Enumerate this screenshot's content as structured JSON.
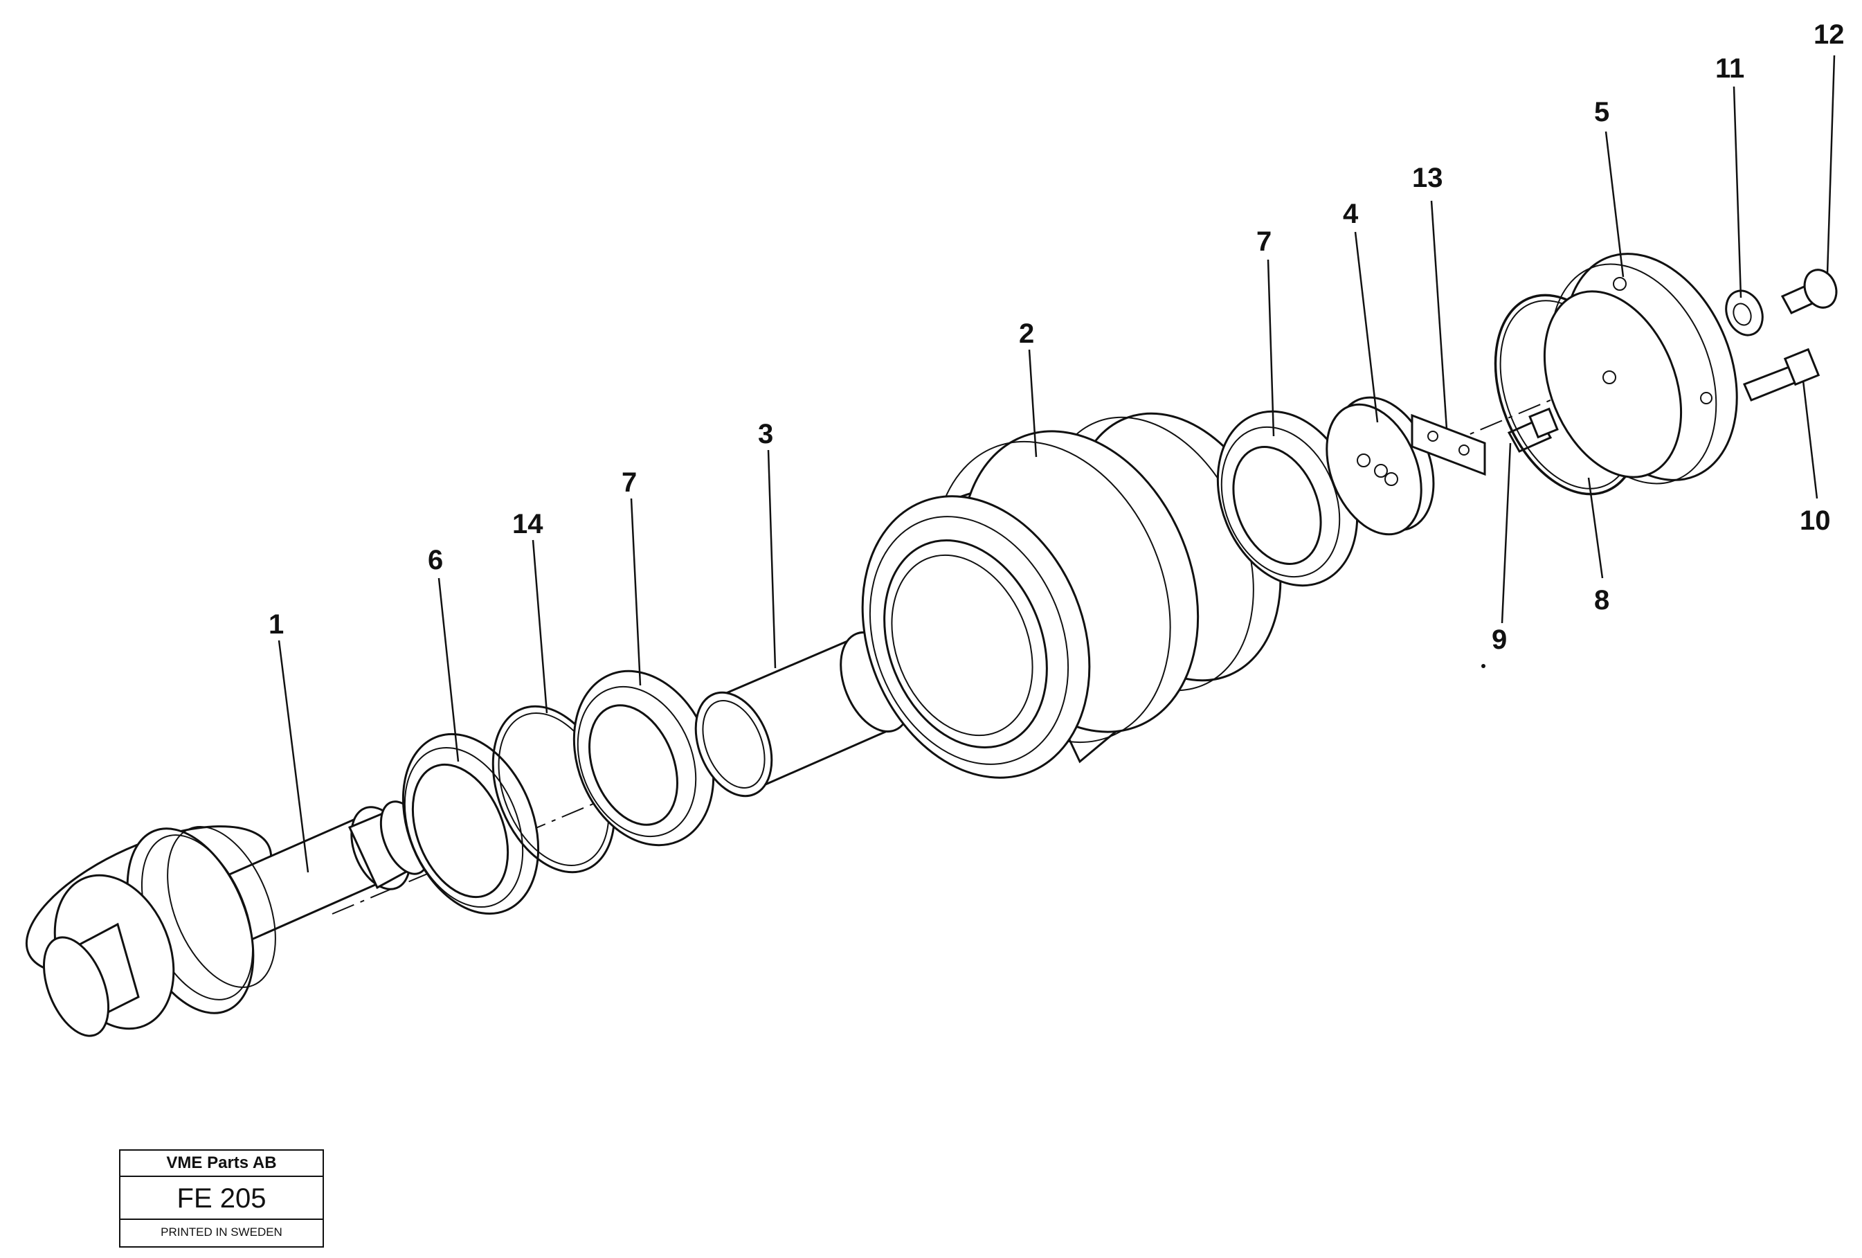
{
  "title_block": {
    "company": "VME Parts AB",
    "code": "FE 205",
    "printed": "PRINTED IN SWEDEN"
  },
  "callouts": {
    "shaft": "1",
    "roller": "2",
    "sleeve": "3",
    "cover": "4",
    "end_housing": "5",
    "seal_ring": "6",
    "seal_left": "7",
    "seal_right": "7",
    "o_ring": "8",
    "plug": "9",
    "screw": "10",
    "washer": "11",
    "plug_screw": "12",
    "lock_plate": "13",
    "o_ring_small": "14"
  }
}
